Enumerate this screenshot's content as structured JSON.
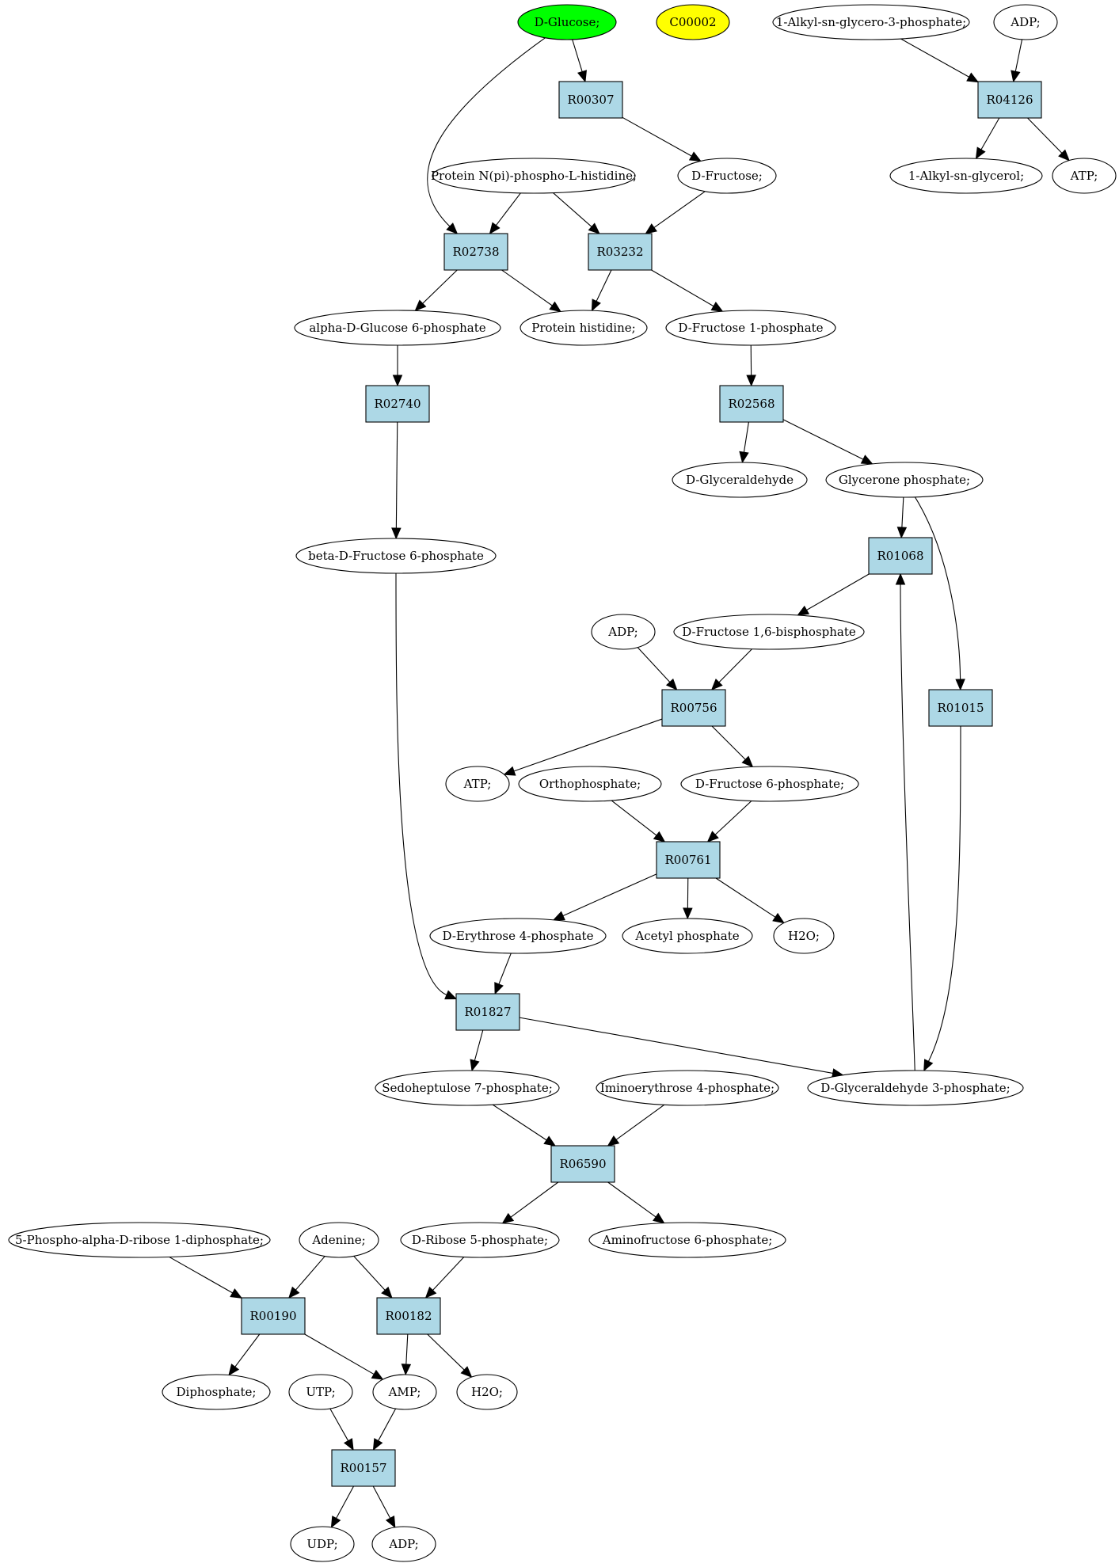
{
  "graph": {
    "compounds": {
      "c_glucose": {
        "label": "D-Glucose;",
        "fill": "#00ff00"
      },
      "c_c00002": {
        "label": "C00002",
        "fill": "#ffff00"
      },
      "c_alkylgp": {
        "label": "1-Alkyl-sn-glycero-3-phosphate;",
        "fill": "#ffffff"
      },
      "c_adp_top": {
        "label": "ADP;",
        "fill": "#ffffff"
      },
      "c_alkylg": {
        "label": "1-Alkyl-sn-glycerol;",
        "fill": "#ffffff"
      },
      "c_atp_top": {
        "label": "ATP;",
        "fill": "#ffffff"
      },
      "c_dfructose": {
        "label": "D-Fructose;",
        "fill": "#ffffff"
      },
      "c_protnpi": {
        "label": "Protein N(pi)-phospho-L-histidine;",
        "fill": "#ffffff"
      },
      "c_ag6p": {
        "label": "alpha-D-Glucose 6-phosphate",
        "fill": "#ffffff"
      },
      "c_prothis": {
        "label": "Protein histidine;",
        "fill": "#ffffff"
      },
      "c_df1p": {
        "label": "D-Fructose 1-phosphate",
        "fill": "#ffffff"
      },
      "c_dglyald": {
        "label": "D-Glyceraldehyde",
        "fill": "#ffffff"
      },
      "c_glycp": {
        "label": "Glycerone phosphate;",
        "fill": "#ffffff"
      },
      "c_bf6p": {
        "label": "beta-D-Fructose 6-phosphate",
        "fill": "#ffffff"
      },
      "c_adp_mid": {
        "label": "ADP;",
        "fill": "#ffffff"
      },
      "c_df16bp": {
        "label": "D-Fructose 1,6-bisphosphate",
        "fill": "#ffffff"
      },
      "c_atp_mid": {
        "label": "ATP;",
        "fill": "#ffffff"
      },
      "c_ortho": {
        "label": "Orthophosphate;",
        "fill": "#ffffff"
      },
      "c_df6p": {
        "label": "D-Fructose 6-phosphate;",
        "fill": "#ffffff"
      },
      "c_de4p": {
        "label": "D-Erythrose 4-phosphate",
        "fill": "#ffffff"
      },
      "c_acetylp": {
        "label": "Acetyl phosphate",
        "fill": "#ffffff"
      },
      "c_h2o_mid": {
        "label": "H2O;",
        "fill": "#ffffff"
      },
      "c_s7p": {
        "label": "Sedoheptulose 7-phosphate;",
        "fill": "#ffffff"
      },
      "c_imino": {
        "label": "Iminoerythrose 4-phosphate;",
        "fill": "#ffffff"
      },
      "c_g3p": {
        "label": "D-Glyceraldehyde 3-phosphate;",
        "fill": "#ffffff"
      },
      "c_prpp": {
        "label": "5-Phospho-alpha-D-ribose 1-diphosphate;",
        "fill": "#ffffff"
      },
      "c_adenine": {
        "label": "Adenine;",
        "fill": "#ffffff"
      },
      "c_r5p": {
        "label": "D-Ribose 5-phosphate;",
        "fill": "#ffffff"
      },
      "c_aminof6p": {
        "label": "Aminofructose 6-phosphate;",
        "fill": "#ffffff"
      },
      "c_diphos": {
        "label": "Diphosphate;",
        "fill": "#ffffff"
      },
      "c_utp": {
        "label": "UTP;",
        "fill": "#ffffff"
      },
      "c_amp": {
        "label": "AMP;",
        "fill": "#ffffff"
      },
      "c_h2o_bot": {
        "label": "H2O;",
        "fill": "#ffffff"
      },
      "c_udp": {
        "label": "UDP;",
        "fill": "#ffffff"
      },
      "c_adp_bot": {
        "label": "ADP;",
        "fill": "#ffffff"
      }
    },
    "reactions": {
      "r00307": {
        "label": "R00307"
      },
      "r04126": {
        "label": "R04126"
      },
      "r02738": {
        "label": "R02738"
      },
      "r03232": {
        "label": "R03232"
      },
      "r02740": {
        "label": "R02740"
      },
      "r02568": {
        "label": "R02568"
      },
      "r01068": {
        "label": "R01068"
      },
      "r00756": {
        "label": "R00756"
      },
      "r01015": {
        "label": "R01015"
      },
      "r00761": {
        "label": "R00761"
      },
      "r01827": {
        "label": "R01827"
      },
      "r06590": {
        "label": "R06590"
      },
      "r00190": {
        "label": "R00190"
      },
      "r00182": {
        "label": "R00182"
      },
      "r00157": {
        "label": "R00157"
      }
    },
    "edges": [
      [
        "c_glucose",
        "r00307"
      ],
      [
        "c_glucose",
        "r02738"
      ],
      [
        "c_alkylgp",
        "r04126"
      ],
      [
        "c_adp_top",
        "r04126"
      ],
      [
        "r04126",
        "c_alkylg"
      ],
      [
        "r04126",
        "c_atp_top"
      ],
      [
        "r00307",
        "c_dfructose"
      ],
      [
        "c_protnpi",
        "r02738"
      ],
      [
        "c_protnpi",
        "r03232"
      ],
      [
        "c_dfructose",
        "r03232"
      ],
      [
        "r02738",
        "c_ag6p"
      ],
      [
        "r02738",
        "c_prothis"
      ],
      [
        "r03232",
        "c_prothis"
      ],
      [
        "r03232",
        "c_df1p"
      ],
      [
        "c_ag6p",
        "r02740"
      ],
      [
        "c_df1p",
        "r02568"
      ],
      [
        "r02568",
        "c_dglyald"
      ],
      [
        "r02568",
        "c_glycp"
      ],
      [
        "r02740",
        "c_bf6p"
      ],
      [
        "c_glycp",
        "r01068"
      ],
      [
        "c_glycp",
        "r01015"
      ],
      [
        "r01068",
        "c_df16bp"
      ],
      [
        "c_adp_mid",
        "r00756"
      ],
      [
        "c_df16bp",
        "r00756"
      ],
      [
        "r00756",
        "c_atp_mid"
      ],
      [
        "r00756",
        "c_df6p"
      ],
      [
        "c_ortho",
        "r00761"
      ],
      [
        "c_df6p",
        "r00761"
      ],
      [
        "r00761",
        "c_de4p"
      ],
      [
        "r00761",
        "c_acetylp"
      ],
      [
        "r00761",
        "c_h2o_mid"
      ],
      [
        "c_bf6p",
        "r01827"
      ],
      [
        "c_de4p",
        "r01827"
      ],
      [
        "r01827",
        "c_s7p"
      ],
      [
        "r01827",
        "c_g3p"
      ],
      [
        "r01015",
        "c_g3p"
      ],
      [
        "c_g3p",
        "r01068"
      ],
      [
        "c_s7p",
        "r06590"
      ],
      [
        "c_imino",
        "r06590"
      ],
      [
        "r06590",
        "c_r5p"
      ],
      [
        "r06590",
        "c_aminof6p"
      ],
      [
        "c_prpp",
        "r00190"
      ],
      [
        "c_adenine",
        "r00190"
      ],
      [
        "c_adenine",
        "r00182"
      ],
      [
        "c_r5p",
        "r00182"
      ],
      [
        "r00190",
        "c_diphos"
      ],
      [
        "r00190",
        "c_amp"
      ],
      [
        "r00182",
        "c_amp"
      ],
      [
        "r00182",
        "c_h2o_bot"
      ],
      [
        "c_utp",
        "r00157"
      ],
      [
        "c_amp",
        "r00157"
      ],
      [
        "r00157",
        "c_udp"
      ],
      [
        "r00157",
        "c_adp_bot"
      ]
    ]
  }
}
